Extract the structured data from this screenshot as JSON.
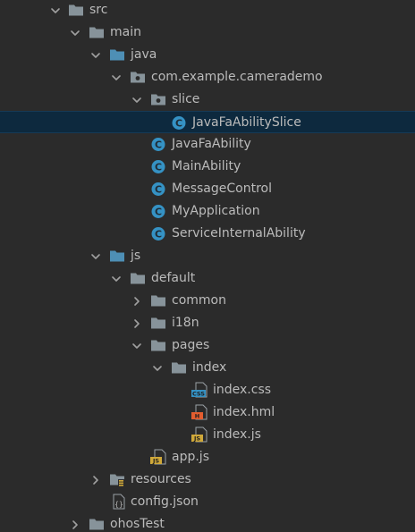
{
  "tree": [
    {
      "label": "src",
      "icon": "folder-icon",
      "expanded": true
    },
    {
      "label": "main",
      "icon": "folder-icon",
      "expanded": true
    },
    {
      "label": "java",
      "icon": "source-folder-icon",
      "expanded": true
    },
    {
      "label": "com.example.camerademo",
      "icon": "package-icon",
      "expanded": true
    },
    {
      "label": "slice",
      "icon": "package-icon",
      "expanded": true
    },
    {
      "label": "JavaFaAbilitySlice",
      "icon": "java-class-icon",
      "selected": true
    },
    {
      "label": "JavaFaAbility",
      "icon": "java-class-icon"
    },
    {
      "label": "MainAbility",
      "icon": "java-class-icon"
    },
    {
      "label": "MessageControl",
      "icon": "java-class-icon"
    },
    {
      "label": "MyApplication",
      "icon": "java-class-icon"
    },
    {
      "label": "ServiceInternalAbility",
      "icon": "java-class-icon"
    },
    {
      "label": "js",
      "icon": "source-folder-icon",
      "expanded": true
    },
    {
      "label": "default",
      "icon": "folder-icon",
      "expanded": true
    },
    {
      "label": "common",
      "icon": "folder-icon",
      "expanded": false
    },
    {
      "label": "i18n",
      "icon": "folder-icon",
      "expanded": false
    },
    {
      "label": "pages",
      "icon": "folder-icon",
      "expanded": true
    },
    {
      "label": "index",
      "icon": "folder-icon",
      "expanded": true
    },
    {
      "label": "index.css",
      "icon": "css-file-icon",
      "badge": "CSS"
    },
    {
      "label": "index.hml",
      "icon": "hml-file-icon",
      "badge": "H"
    },
    {
      "label": "index.js",
      "icon": "js-file-icon",
      "badge": "JS"
    },
    {
      "label": "app.js",
      "icon": "js-file-icon",
      "badge": "JS"
    },
    {
      "label": "resources",
      "icon": "resources-folder-icon",
      "expanded": false
    },
    {
      "label": "config.json",
      "icon": "json-file-icon",
      "badge": "{}"
    },
    {
      "label": "ohosTest",
      "icon": "folder-icon",
      "expanded": false
    }
  ],
  "colors": {
    "background": "#2b2b2b",
    "text": "#bbbbbb",
    "selected_bg": "#0d293e",
    "folder": "#87939a",
    "source_folder": "#4e8fb5",
    "class_icon": "#3592c4",
    "css_badge": "#3592c4",
    "hml_badge": "#e35d2f",
    "js_badge": "#cfa83a"
  }
}
